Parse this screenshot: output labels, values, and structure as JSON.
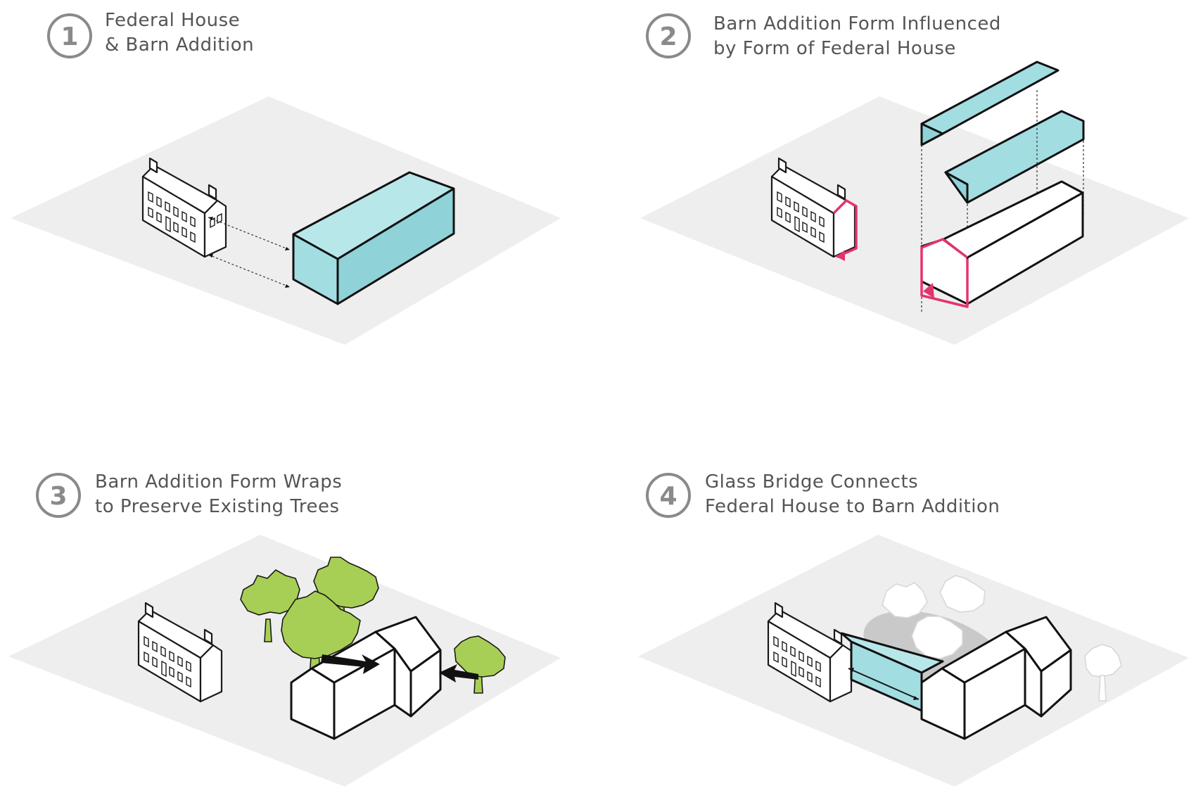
{
  "panels": [
    {
      "number": "1",
      "title_line1": "Federal House",
      "title_line2": "& Barn Addition"
    },
    {
      "number": "2",
      "title_line1": "Barn Addition Form Influenced",
      "title_line2": "by Form of Federal House"
    },
    {
      "number": "3",
      "title_line1": "Barn Addition Form Wraps",
      "title_line2": "to Preserve Existing Trees"
    },
    {
      "number": "4",
      "title_line1": "Glass Bridge Connects",
      "title_line2": "Federal House to Barn Addition"
    }
  ],
  "colors": {
    "ground": "#eeeeef",
    "glass_teal": "#a2dde2",
    "form_highlight_pink": "#e5336b",
    "tree_green": "#a8cf55",
    "step_gray": "#8a8a8a"
  }
}
